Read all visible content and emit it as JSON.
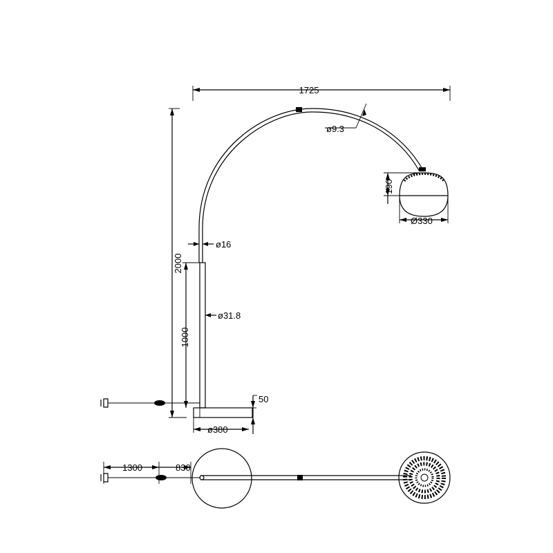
{
  "dimensions": {
    "total_width": "1725",
    "arm_tube_diameter": "ø9.3",
    "shade_height": "190",
    "shade_diameter": "Ø330",
    "total_height": "2000",
    "upper_tube_diameter": "ø16",
    "pole_diameter": "ø31.8",
    "pole_height": "1000",
    "base_height": "50",
    "base_diameter": "ø380",
    "cable_length": "1300",
    "switch_distance": "830"
  },
  "colors": {
    "line": "#000000",
    "background": "#ffffff"
  }
}
